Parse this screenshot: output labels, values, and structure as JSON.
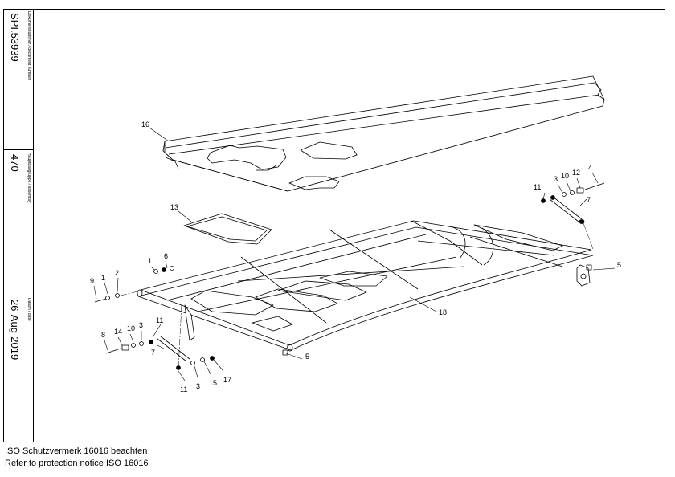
{
  "title_block": {
    "doc_number_label": "Dokumentnummer / document number",
    "doc_number": "SPI.53939",
    "assembly_label": "Hauptbaugruppe / assembly",
    "assembly": "470",
    "date_label": "Datum / date",
    "date": "26-Aug-2019"
  },
  "callouts": {
    "c16": "16",
    "c13": "13",
    "c11a": "11",
    "c3a": "3",
    "c10a": "10",
    "c12": "12",
    "c4": "4",
    "c7a": "7",
    "c5a": "5",
    "c5b": "5",
    "c18": "18",
    "c9": "9",
    "c1a": "1",
    "c2": "2",
    "c1b": "1",
    "c6": "6",
    "c8": "8",
    "c14": "14",
    "c10b": "10",
    "c3b": "3",
    "c11b": "11",
    "c7b": "7",
    "c11c": "11",
    "c3c": "3",
    "c15": "15",
    "c17": "17"
  },
  "notice": {
    "line1": "ISO Schutzvermerk 16016 beachten",
    "line2": "Refer to protection notice ISO 16016"
  }
}
